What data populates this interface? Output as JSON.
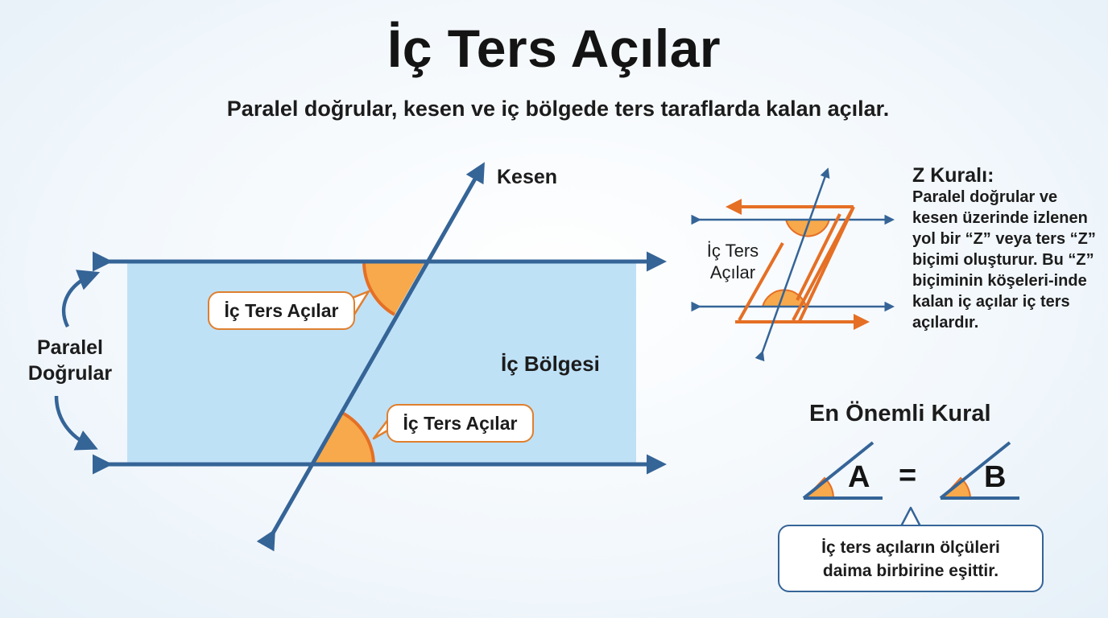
{
  "title": "İç Ters Açılar",
  "subtitle": "Paralel doğrular, kesen ve iç bölgede ters taraflarda kalan açılar.",
  "main_diagram": {
    "kesen_label": "Kesen",
    "parallel_label": "Paralel Doğrular",
    "region_label": "İç Bölgesi",
    "callout_top": "İç Ters Açılar",
    "callout_bottom": "İç Ters Açılar"
  },
  "z_rule": {
    "diagram_label": "İç Ters Açılar",
    "title": "Z Kuralı:",
    "description": "Paralel doğrular ve kesen üzerinde izlenen yol bir “Z” veya ters “Z” biçimi oluşturur. Bu “Z” biçiminin köşeleri-inde kalan iç açılar iç ters açılardır."
  },
  "key_rule": {
    "title": "En Önemli Kural",
    "left_letter": "A",
    "equals": "=",
    "right_letter": "B",
    "statement_line1": "İç ters açıların ölçüleri",
    "statement_line2": "daima birbirine eşittir."
  },
  "colors": {
    "line_blue": "#356497",
    "region_fill": "#bfe1f6",
    "angle_orange": "#f7a94b",
    "angle_stroke": "#e56f25",
    "callout_border": "#e07f2e"
  },
  "icons": [
    "arrow-head-icon",
    "curved-arrow-icon"
  ]
}
